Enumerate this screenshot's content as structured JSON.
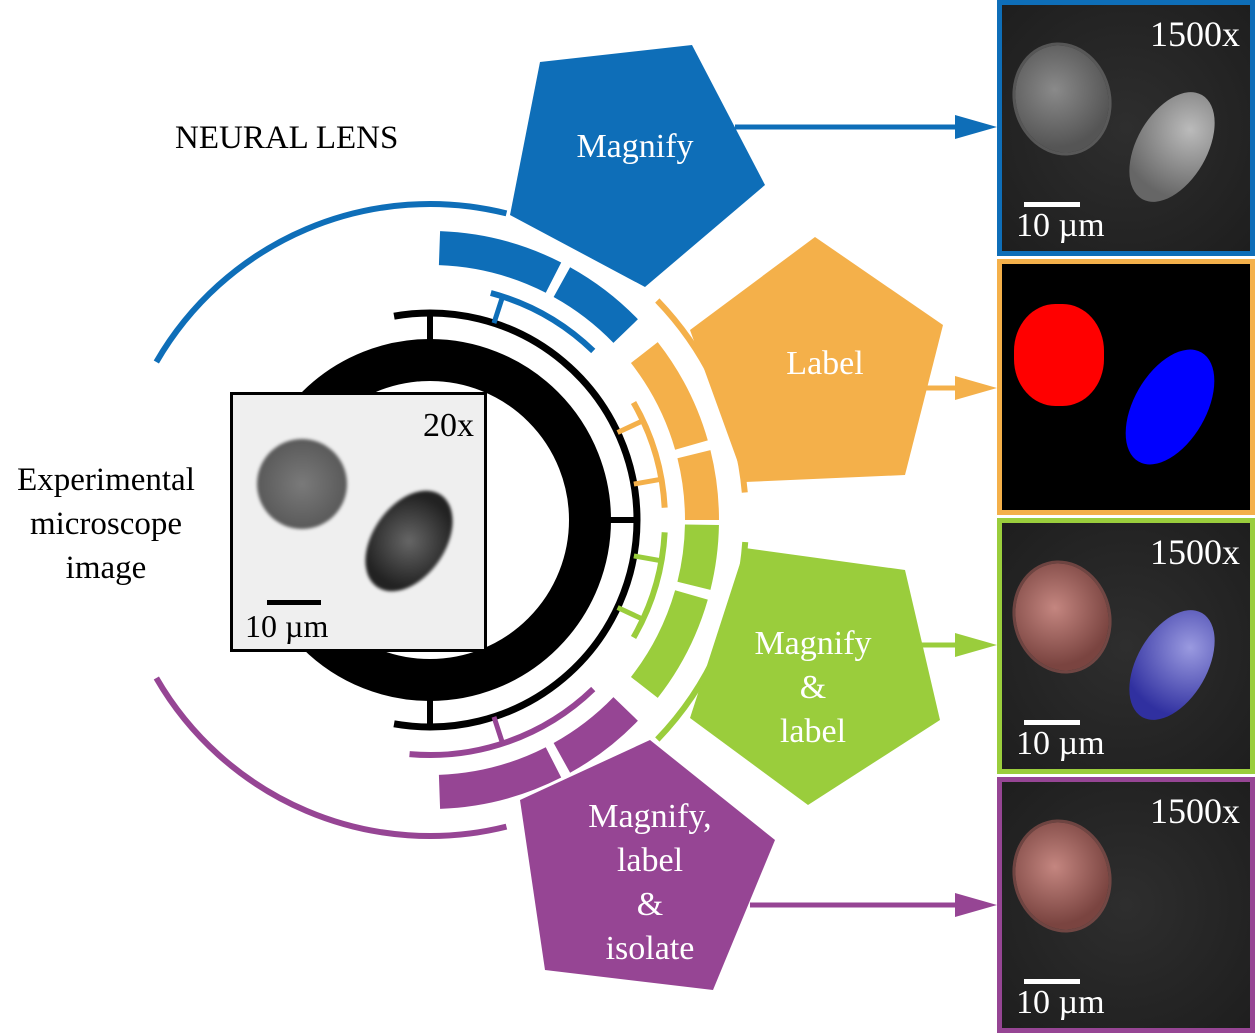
{
  "title": "NEURAL LENS",
  "input": {
    "label": "Experimental microscope image",
    "label_lines": [
      "Experimental",
      "microscope",
      "image"
    ],
    "magnification": "20x",
    "scale_bar": "10 µm"
  },
  "operations": [
    {
      "name": "magnify",
      "lines": [
        "Magnify"
      ],
      "color": "#0e6eb8"
    },
    {
      "name": "label",
      "lines": [
        "Label"
      ],
      "color": "#f4b04a"
    },
    {
      "name": "magnify-label",
      "lines": [
        "Magnify",
        "&",
        "label"
      ],
      "color": "#9acd3c"
    },
    {
      "name": "magnify-label-isolate",
      "lines": [
        "Magnify,",
        "label",
        "&",
        "isolate"
      ],
      "color": "#964594"
    }
  ],
  "outputs": [
    {
      "magnification": "1500x",
      "scale_bar": "10 µm"
    },
    {},
    {
      "magnification": "1500x",
      "scale_bar": "10 µm"
    },
    {
      "magnification": "1500x",
      "scale_bar": "10 µm"
    }
  ]
}
